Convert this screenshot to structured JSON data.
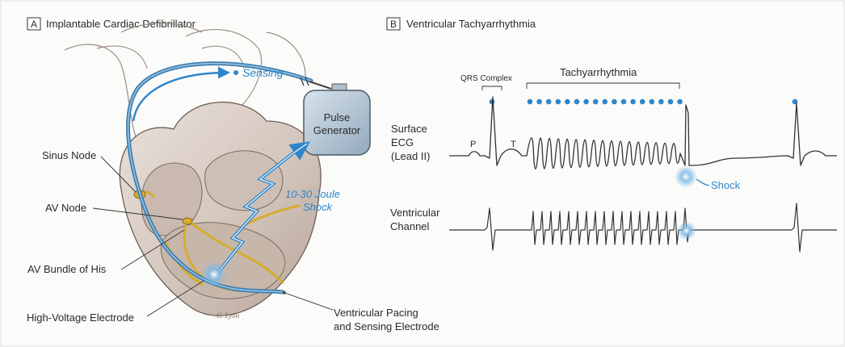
{
  "panel_a": {
    "letter": "A",
    "title": "Implantable Cardiac Defibrillator",
    "labels": {
      "sensing": "Sensing",
      "pulse_generator_line1": "Pulse",
      "pulse_generator_line2": "Generator",
      "shock_line1": "10-30 Joule",
      "shock_line2": "Shock",
      "sinus_node": "Sinus Node",
      "av_node": "AV Node",
      "av_bundle": "AV Bundle of His",
      "hv_electrode": "High-Voltage Electrode",
      "pacing_line1": "Ventricular Pacing",
      "pacing_line2": "and Sensing Electrode",
      "signature": "C. Lyon"
    }
  },
  "panel_b": {
    "letter": "B",
    "title": "Ventricular Tachyarrhythmia",
    "labels": {
      "qrs_complex": "QRS Complex",
      "tachyarrhythmia": "Tachyarrhythmia",
      "surface_line1": "Surface",
      "surface_line2": "ECG",
      "surface_line3": "(Lead II)",
      "p_wave": "P",
      "t_wave": "T",
      "shock": "Shock",
      "ventricular_line1": "Ventricular",
      "ventricular_line2": "Channel"
    }
  },
  "colors": {
    "accent_blue": "#2f86c9",
    "lead_blue": "#3e7fb0",
    "conduction_gold": "#d6ad2e",
    "heart_fill": "#d8ccc4",
    "heart_shade": "#b9aaa0",
    "generator_fill": "#b9c9d8"
  },
  "icons": [
    "arrow-icon",
    "marker-dot-icon",
    "shock-glow-icon"
  ]
}
